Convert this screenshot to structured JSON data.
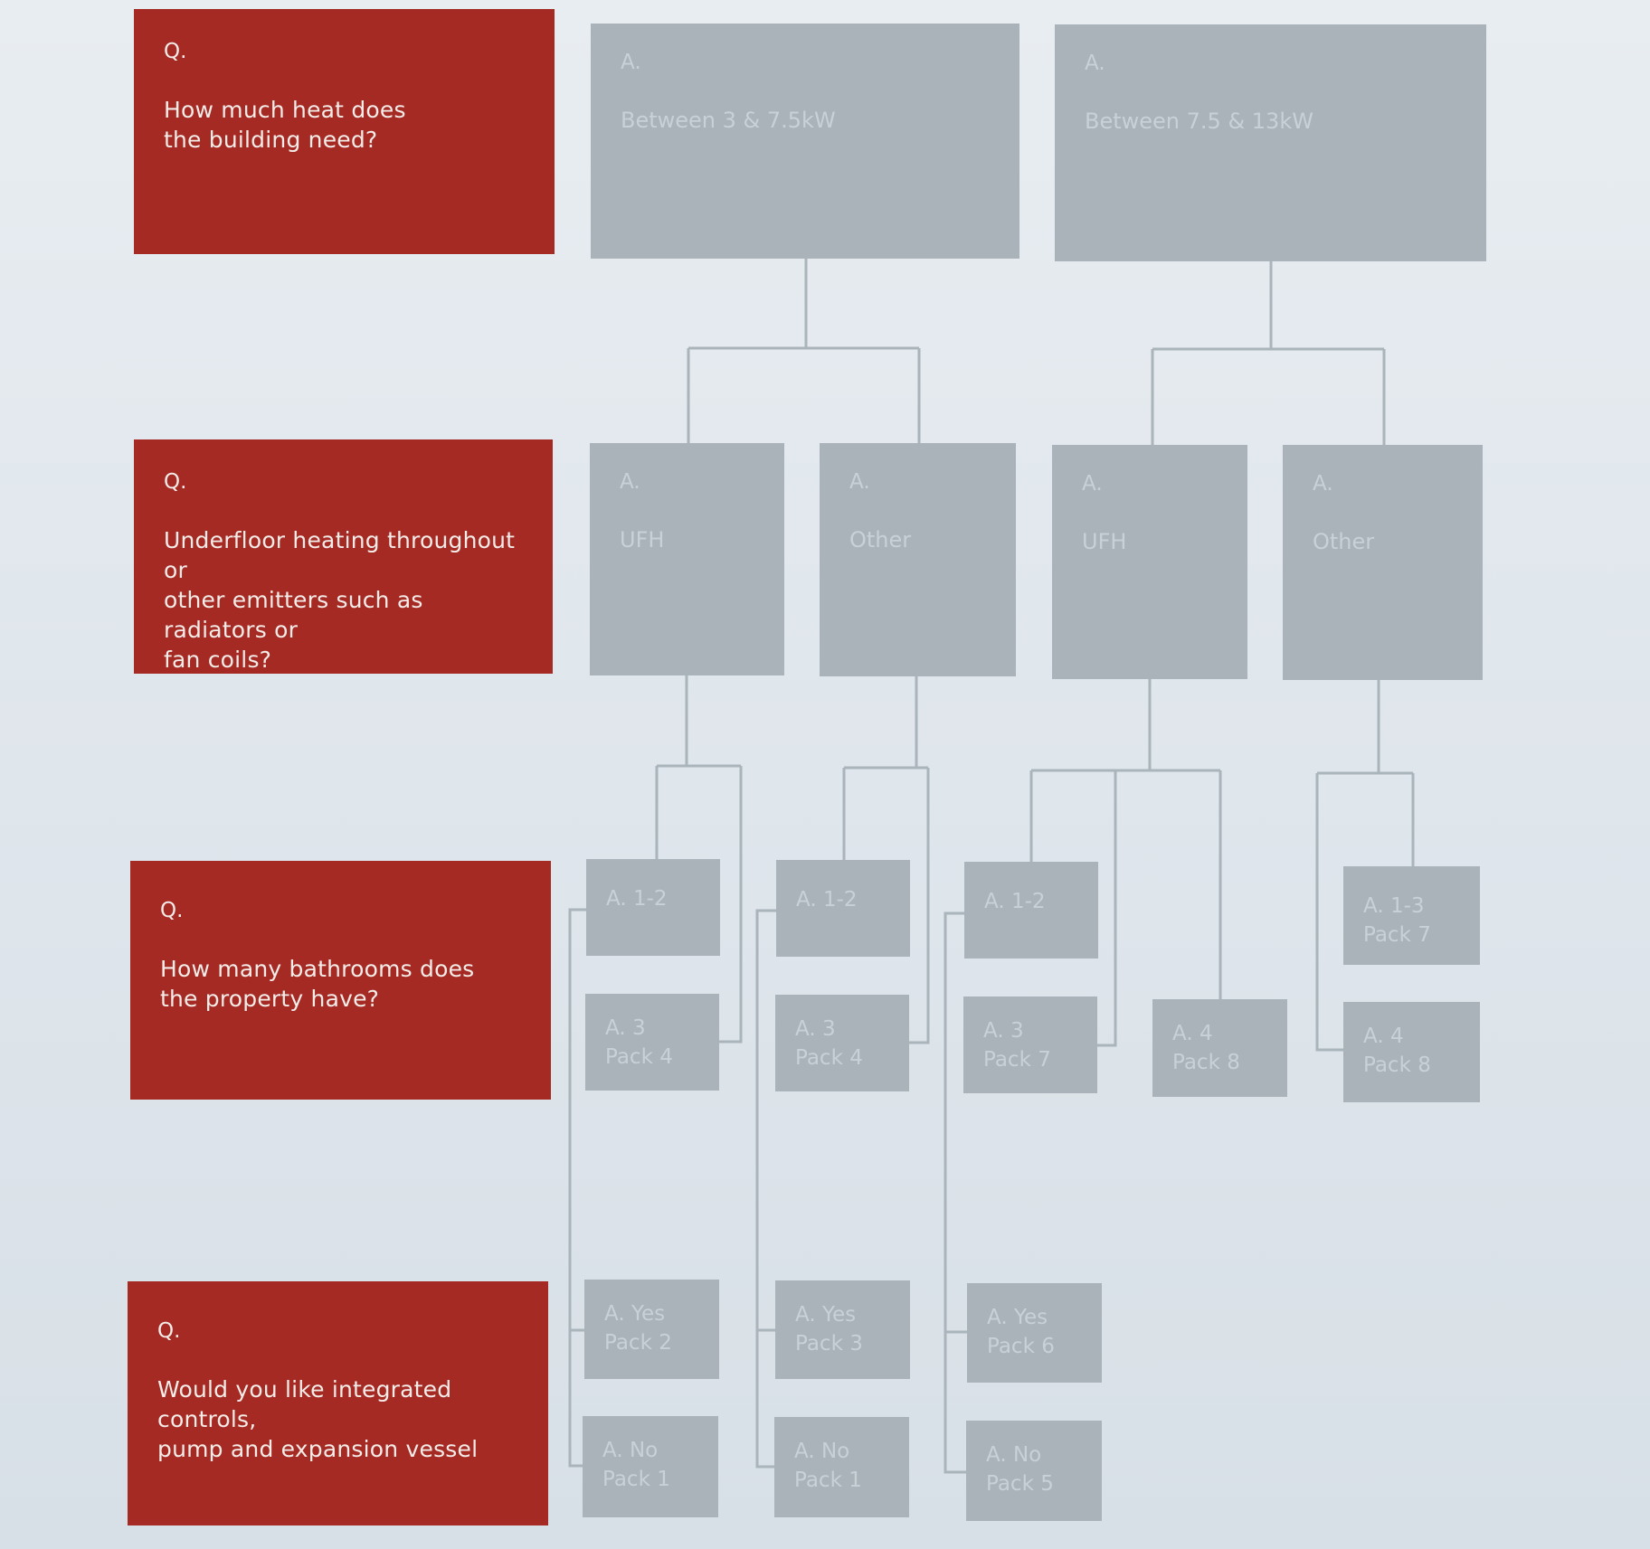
{
  "questions": [
    {
      "label": "Q.",
      "text": "How much heat does\nthe building need?"
    },
    {
      "label": "Q.",
      "text": "Underfloor heating throughout or\nother emitters such as radiators or\nfan coils?"
    },
    {
      "label": "Q.",
      "text": "How many bathrooms does\nthe property have?"
    },
    {
      "label": "Q.",
      "text": "Would you like integrated controls,\npump and expansion vessel"
    }
  ],
  "level1": [
    {
      "label": "A.",
      "text": "Between 3 & 7.5kW"
    },
    {
      "label": "A.",
      "text": "Between 7.5 & 13kW"
    }
  ],
  "level2": [
    {
      "label": "A.",
      "text": "UFH"
    },
    {
      "label": "A.",
      "text": "Other"
    },
    {
      "label": "A.",
      "text": "UFH"
    },
    {
      "label": "A.",
      "text": "Other"
    }
  ],
  "level3": [
    {
      "line1": "A. 1-2",
      "line2": ""
    },
    {
      "line1": "A. 1-2",
      "line2": ""
    },
    {
      "line1": "A. 1-2",
      "line2": ""
    },
    {
      "line1": "A. 1-3",
      "line2": "Pack 7"
    },
    {
      "line1": "A. 3",
      "line2": "Pack 4"
    },
    {
      "line1": "A. 3",
      "line2": "Pack 4"
    },
    {
      "line1": "A. 3",
      "line2": "Pack 7"
    },
    {
      "line1": "A. 4",
      "line2": "Pack 8"
    },
    {
      "line1": "A. 4",
      "line2": "Pack 8"
    }
  ],
  "level4": [
    {
      "line1": "A. Yes",
      "line2": "Pack 2"
    },
    {
      "line1": "A. Yes",
      "line2": "Pack 3"
    },
    {
      "line1": "A. Yes",
      "line2": "Pack 6"
    },
    {
      "line1": "A. No",
      "line2": "Pack 1"
    },
    {
      "line1": "A. No",
      "line2": "Pack 1"
    },
    {
      "line1": "A. No",
      "line2": "Pack 5"
    }
  ]
}
